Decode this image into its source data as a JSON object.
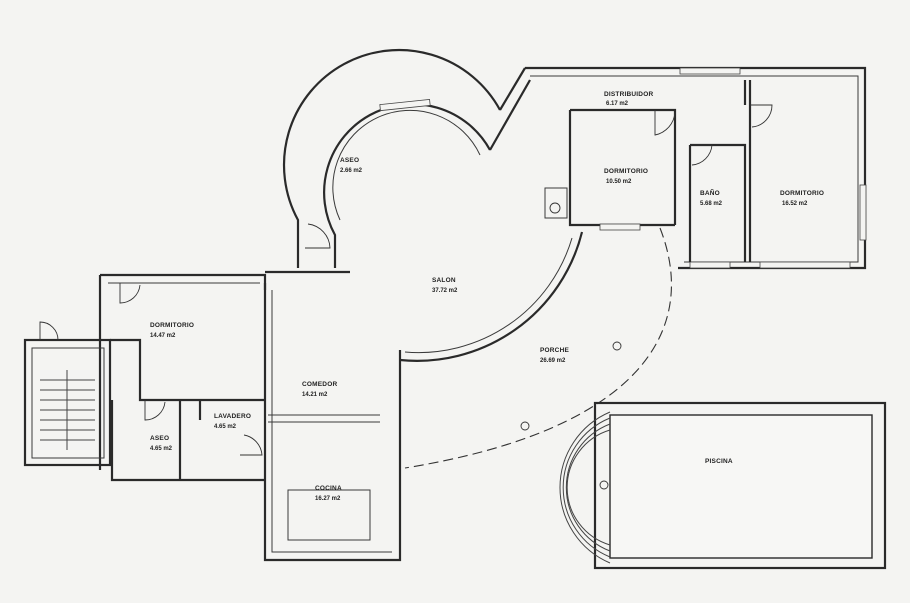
{
  "rooms": [
    {
      "id": "distribuidor",
      "name": "DISTRIBUIDOR",
      "area": "6.17 m2"
    },
    {
      "id": "aseo-top",
      "name": "ASEO",
      "area": "2.66 m2"
    },
    {
      "id": "dormitorio-center",
      "name": "DORMITORIO",
      "area": "10.50 m2"
    },
    {
      "id": "bano",
      "name": "BAÑO",
      "area": "5.68 m2"
    },
    {
      "id": "dormitorio-right",
      "name": "DORMITORIO",
      "area": "16.52 m2"
    },
    {
      "id": "salon",
      "name": "SALON",
      "area": "37.72 m2"
    },
    {
      "id": "dormitorio-left",
      "name": "DORMITORIO",
      "area": "14.47 m2"
    },
    {
      "id": "porche",
      "name": "PORCHE",
      "area": "26.69 m2"
    },
    {
      "id": "comedor",
      "name": "COMEDOR",
      "area": "14.21 m2"
    },
    {
      "id": "lavadero",
      "name": "LAVADERO",
      "area": "4.65 m2"
    },
    {
      "id": "aseo-left",
      "name": "ASEO",
      "area": "4.65 m2"
    },
    {
      "id": "cocina",
      "name": "COCINA",
      "area": "16.27 m2"
    },
    {
      "id": "piscina",
      "name": "PISCINA",
      "area": ""
    }
  ],
  "colors": {
    "ink": "#2a2a2a",
    "paper": "#f4f4f2"
  }
}
